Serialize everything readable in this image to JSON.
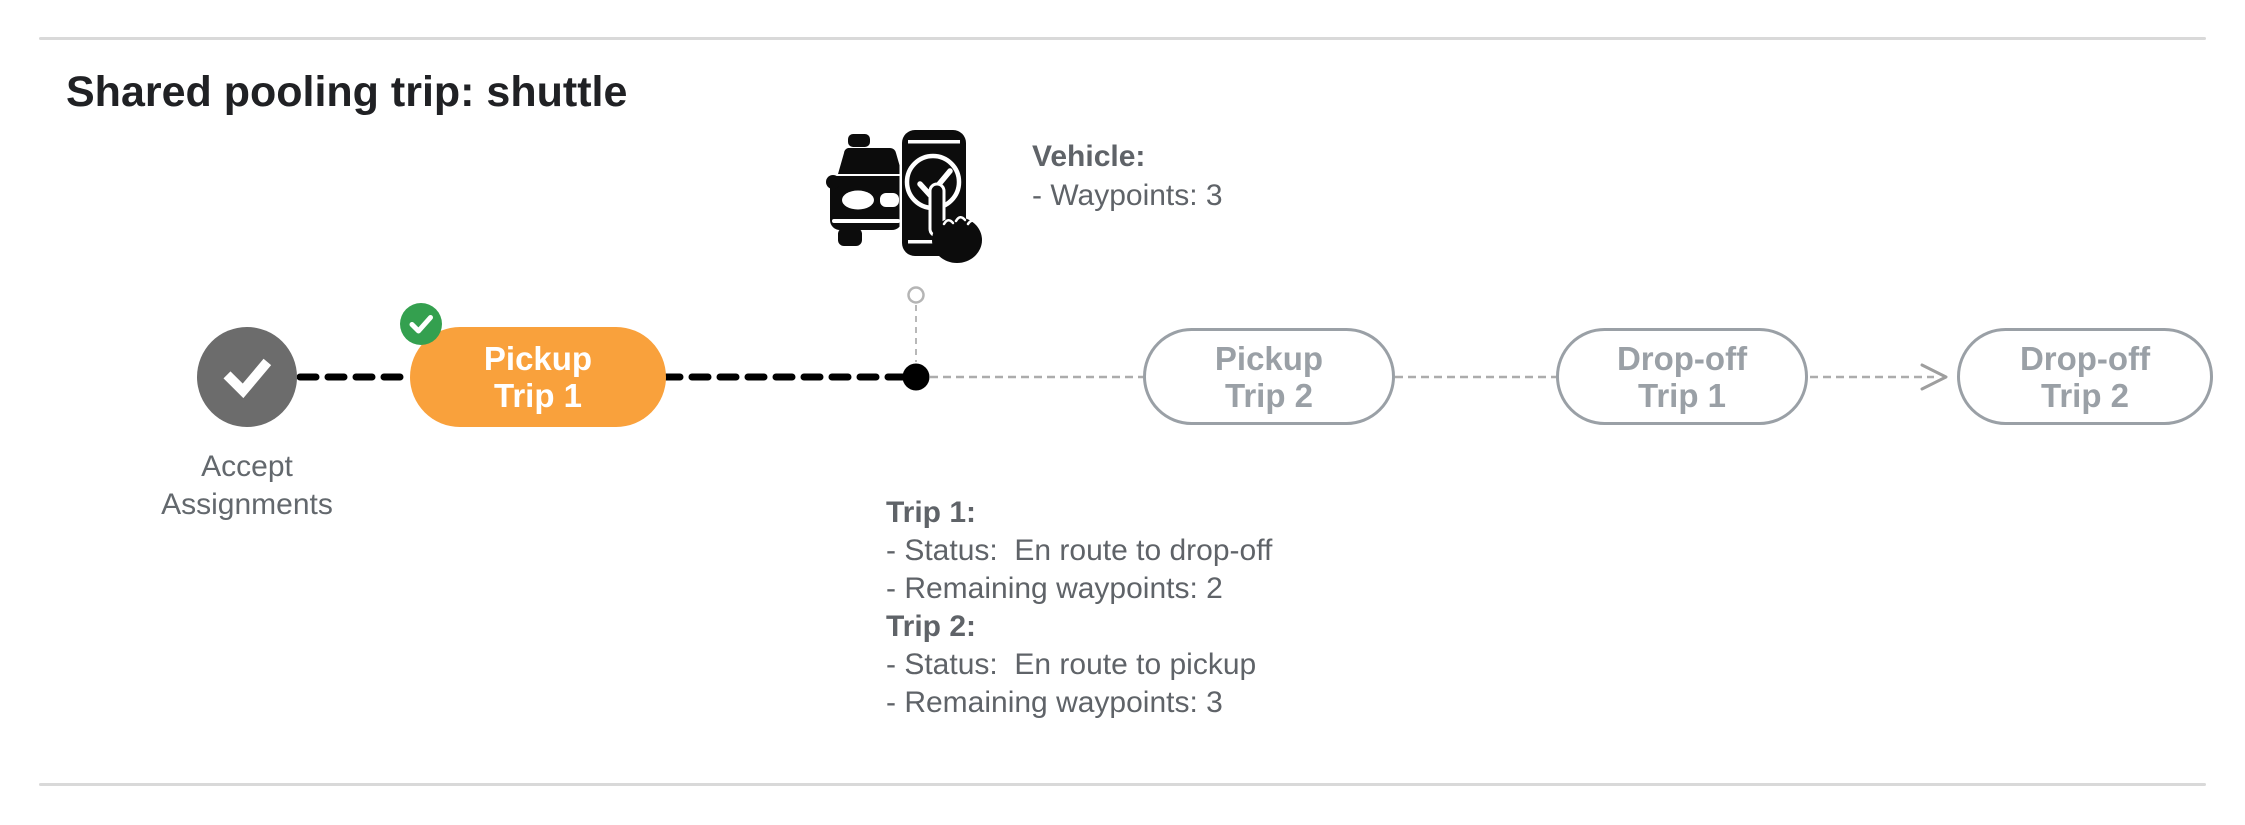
{
  "title": "Shared pooling trip: shuttle",
  "timeline": {
    "accept": {
      "line1": "Accept",
      "line2": "Assignments",
      "state": "completed"
    },
    "nodes": [
      {
        "id": "pickup-trip-1",
        "line1": "Pickup",
        "line2": "Trip 1",
        "state": "active-completed-badge"
      },
      {
        "id": "pickup-trip-2",
        "line1": "Pickup",
        "line2": "Trip 2",
        "state": "pending"
      },
      {
        "id": "dropoff-trip-1",
        "line1": "Drop-off",
        "line2": "Trip 1",
        "state": "pending"
      },
      {
        "id": "dropoff-trip-2",
        "line1": "Drop-off",
        "line2": "Trip 2",
        "state": "pending"
      }
    ]
  },
  "vehicle_note": {
    "heading": "Vehicle:",
    "waypoints": "- Waypoints: 3"
  },
  "trip_note": {
    "trip1_heading": "Trip 1:",
    "trip1_status": "- Status:  En route to drop-off",
    "trip1_waypoints": "- Remaining waypoints: 2",
    "trip2_heading": "Trip 2:",
    "trip2_status": "- Status:  En route to pickup",
    "trip2_waypoints": "- Remaining waypoints: 3"
  },
  "icons": {
    "accept_check": "check-icon",
    "badge_check": "check-badge-icon",
    "vehicle": "vehicle-phone-check-icon",
    "current_position": "current-position-dot",
    "vehicle_anchor": "vehicle-anchor-circle",
    "arrow": "arrowhead-right-icon"
  },
  "colors": {
    "title_text": "#202124",
    "body_text": "#5f6368",
    "active_pill": "#f9a13c",
    "active_pill_text": "#ffffff",
    "pending_pill": "#9aa0a6",
    "completed_node": "#6c6c6c",
    "badge_green": "#34a04f",
    "connector_done": "#000000",
    "connector_pending": "#acacac",
    "divider": "#d9d9d9"
  }
}
